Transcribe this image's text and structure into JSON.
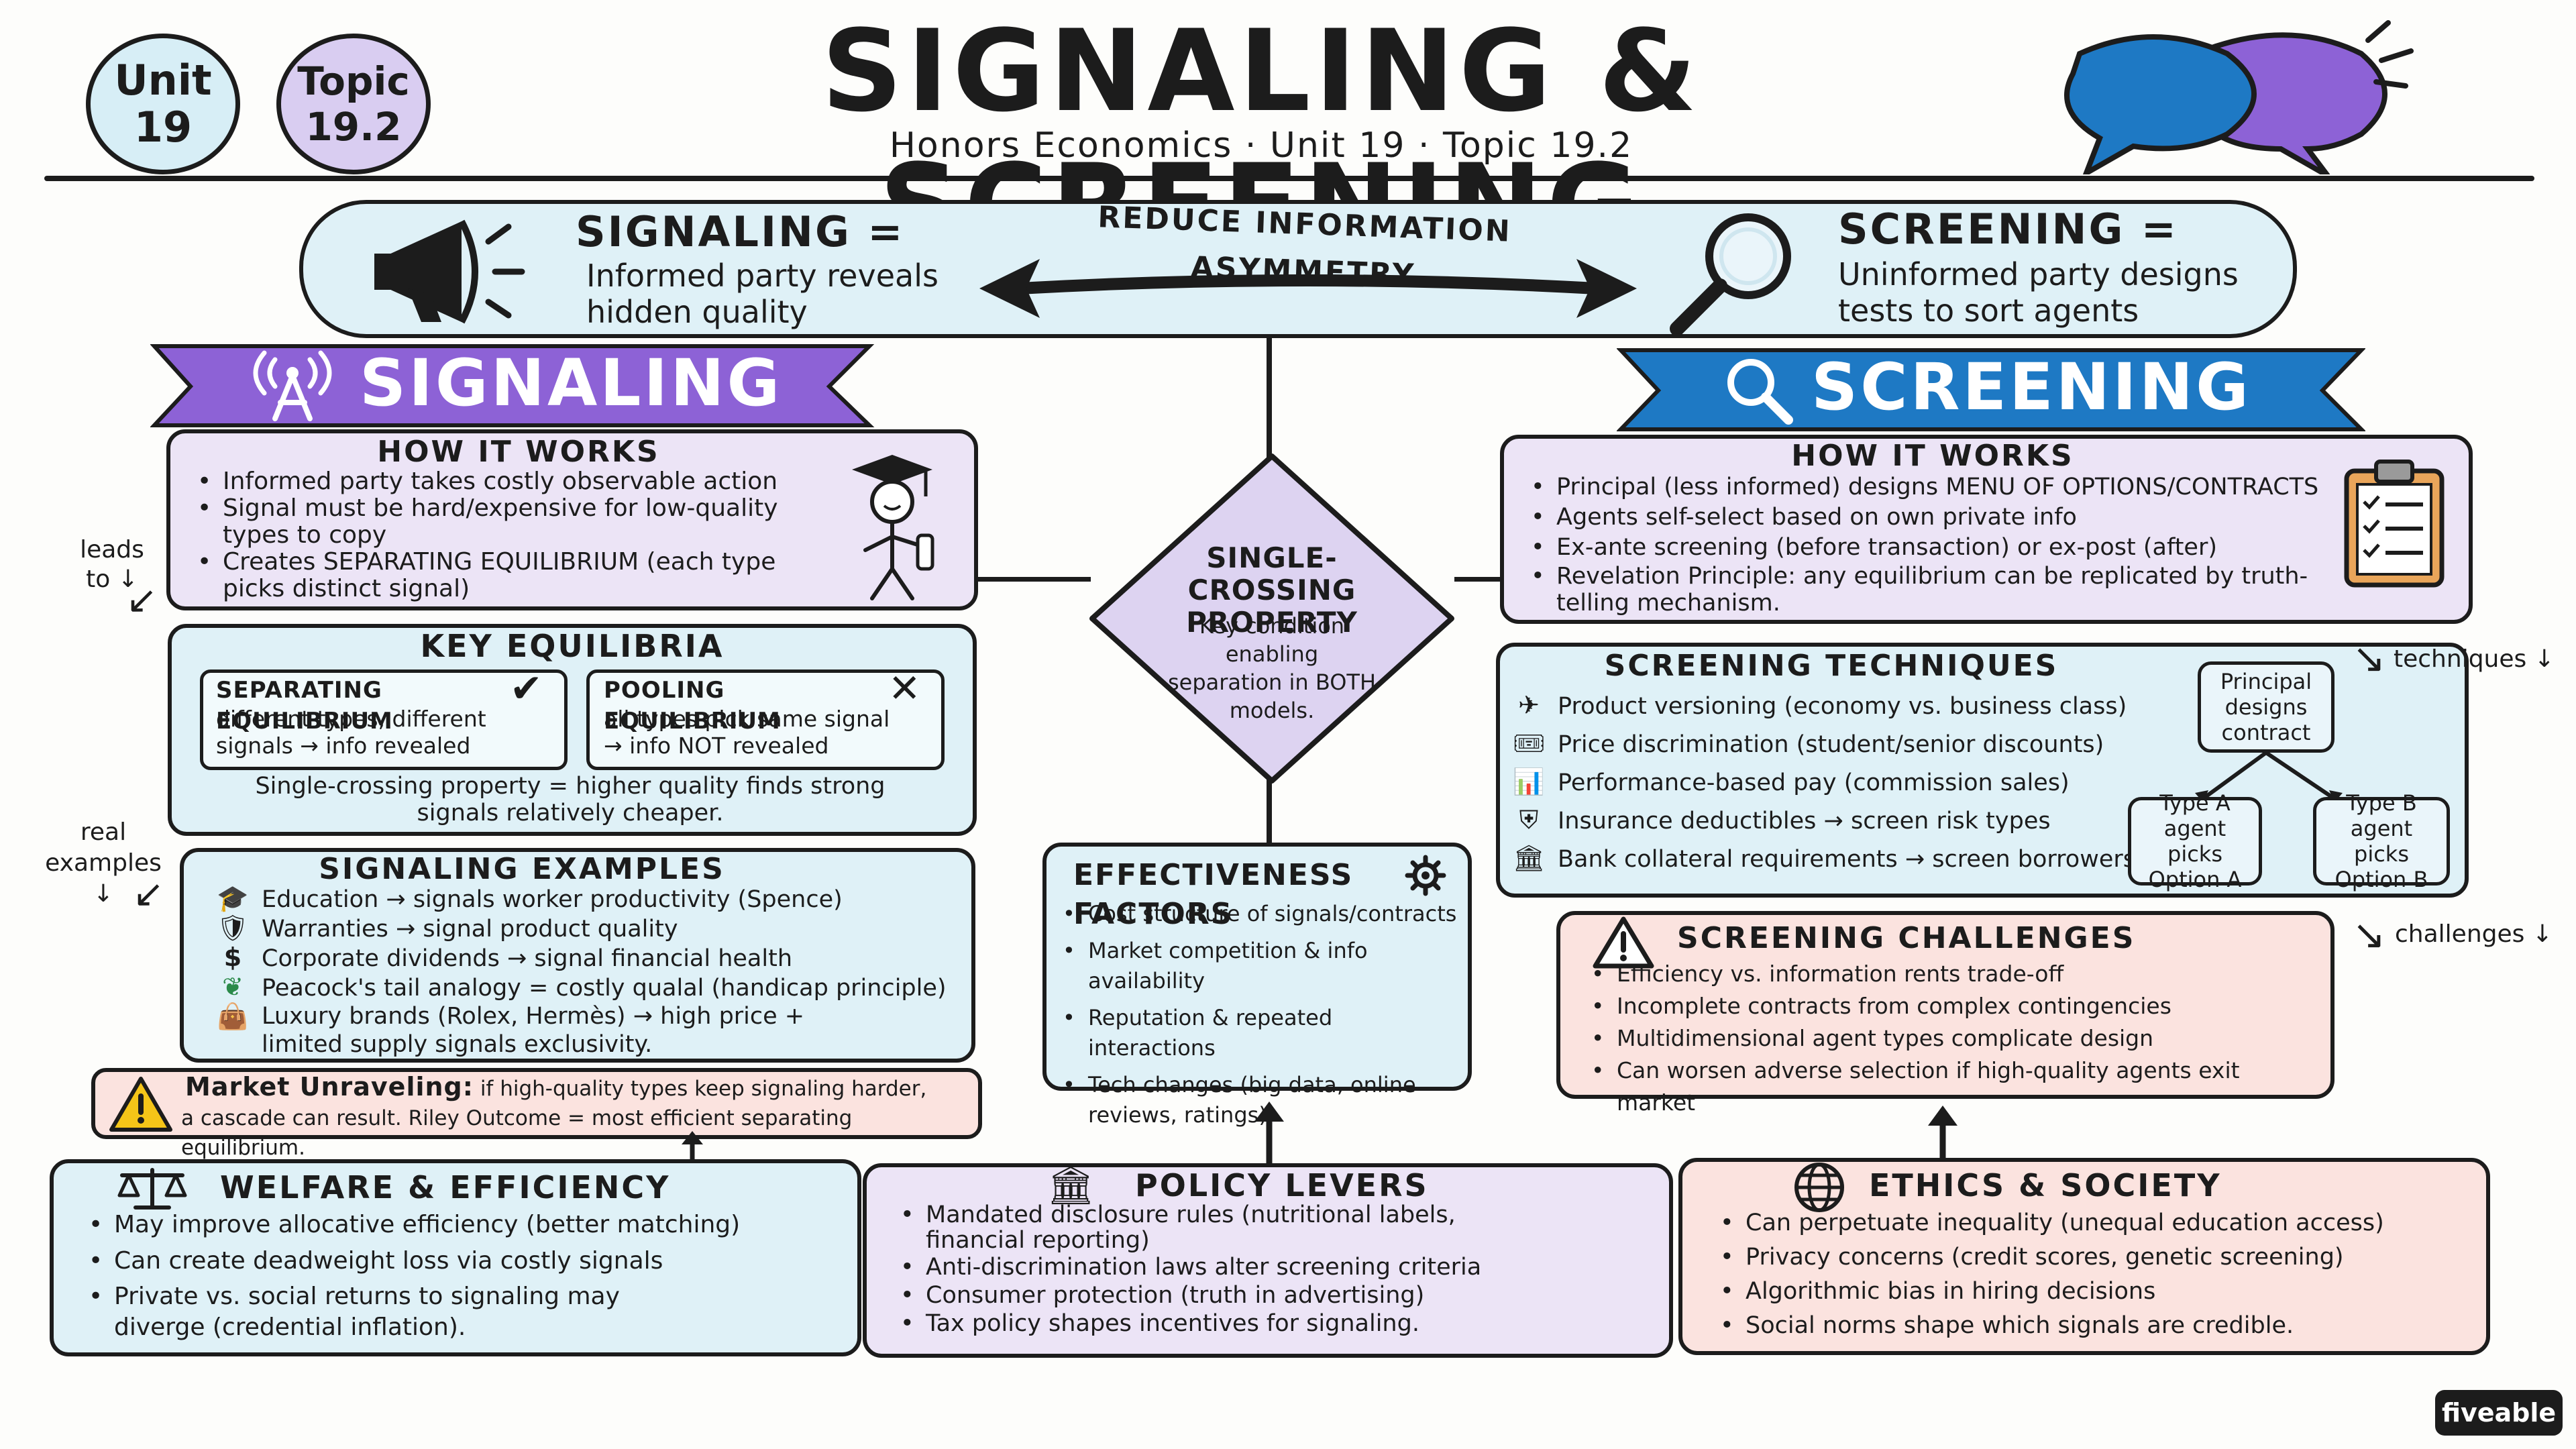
{
  "header": {
    "unit_badge": "Unit 19",
    "topic_badge": "Topic 19.2",
    "title": "SIGNALING & SCREENING",
    "subtitle": "Honors Economics · Unit 19 · Topic 19.2"
  },
  "banner": {
    "signaling_title": "SIGNALING =",
    "signaling_desc": "Informed party reveals hidden quality",
    "center": "REDUCE INFORMATION ASYMMETRY",
    "screening_title": "SCREENING =",
    "screening_desc": "Uninformed party designs tests to sort agents"
  },
  "signaling": {
    "ribbon": "SIGNALING",
    "how": {
      "title": "HOW IT WORKS",
      "items": [
        "Informed party takes costly observable action",
        "Signal must be hard/expensive for low-quality types to copy",
        "Creates SEPARATING EQUILIBRIUM (each type picks distinct signal)"
      ]
    },
    "equilibria": {
      "title": "KEY EQUILIBRIA",
      "sep_title": "SEPARATING EQUILIBRIUM",
      "sep_desc": "different types, different signals → info revealed",
      "pool_title": "POOLING EQUILIBRIUM",
      "pool_desc": "all types pick same signal → info NOT revealed",
      "note": "Single-crossing property = higher quality finds strong signals relatively cheaper."
    },
    "examples": {
      "title": "SIGNALING EXAMPLES",
      "items": [
        {
          "icon": "graduation-cap-icon",
          "glyph": "🎓",
          "text": "Education → signals worker productivity (Spence)"
        },
        {
          "icon": "shield-icon",
          "glyph": "🛡",
          "text": "Warranties → signal product quality"
        },
        {
          "icon": "dollar-coin-icon",
          "glyph": "$",
          "text": "Corporate dividends → signal financial health"
        },
        {
          "icon": "peacock-feather-icon",
          "glyph": "❦",
          "text": "Peacock's tail analogy = costly qualal (handicap principle)"
        },
        {
          "icon": "handbag-icon",
          "glyph": "👜",
          "text": "Luxury brands (Rolex, Hermès) → high price + limited supply signals exclusivity."
        }
      ]
    },
    "unraveling": {
      "title": "Market Unraveling:",
      "text1": "if high-quality types keep signaling harder,",
      "text2": "a cascade can result.  Riley Outcome = most efficient separating equilibrium."
    },
    "side_leads": "leads to",
    "side_real": "real examples"
  },
  "center": {
    "diamond_title": "SINGLE-CROSSING PROPERTY",
    "diamond_desc": "Key condition enabling separation in BOTH models.",
    "effectiveness": {
      "title": "EFFECTIVENESS FACTORS",
      "items": [
        "Cost structure of signals/contracts",
        "Market competition & info availability",
        "Reputation & repeated interactions",
        "Tech changes (big data, online reviews, ratings)"
      ]
    }
  },
  "screening": {
    "ribbon": "SCREENING",
    "how": {
      "title": "HOW IT WORKS",
      "items": [
        "Principal (less informed) designs MENU OF OPTIONS/CONTRACTS",
        "Agents self-select based on own private info",
        "Ex-ante screening (before transaction) or ex-post (after)",
        "Revelation Principle: any equilibrium can be replicated by truth-telling mechanism."
      ]
    },
    "techniques": {
      "title": "SCREENING TECHNIQUES",
      "items": [
        {
          "icon": "airplane-icon",
          "glyph": "✈",
          "text": "Product versioning (economy vs. business class)"
        },
        {
          "icon": "ticket-icon",
          "glyph": "🎟",
          "text": "Price discrimination (student/senior discounts)"
        },
        {
          "icon": "bar-chart-icon",
          "glyph": "📊",
          "text": "Performance-based pay (commission sales)"
        },
        {
          "icon": "shield-plus-icon",
          "glyph": "⛨",
          "text": "Insurance deductibles → screen risk types"
        },
        {
          "icon": "bank-icon",
          "glyph": "🏛",
          "text": "Bank collateral requirements → screen borrowers"
        }
      ],
      "tree_root": "Principal designs contract",
      "tree_a": "Type A agent picks Option A",
      "tree_b": "Type B agent picks Option B"
    },
    "challenges": {
      "title": "SCREENING CHALLENGES",
      "items": [
        "Efficiency vs. information rents trade-off",
        "Incomplete contracts from complex contingencies",
        "Multidimensional agent types complicate design",
        "Can worsen adverse selection if high-quality agents exit market"
      ]
    },
    "side_techniques": "techniques",
    "side_challenges": "challenges"
  },
  "bottom": {
    "welfare": {
      "title": "WELFARE & EFFICIENCY",
      "items": [
        "May improve allocative efficiency (better matching)",
        "Can create deadweight loss via costly signals",
        "Private vs. social returns to signaling may diverge (credential inflation)."
      ]
    },
    "policy": {
      "title": "POLICY LEVERS",
      "items": [
        "Mandated disclosure rules (nutritional labels, financial reporting)",
        "Anti-discrimination laws alter screening criteria",
        "Consumer protection (truth in advertising)",
        "Tax policy shapes incentives for signaling."
      ]
    },
    "ethics": {
      "title": "ETHICS & SOCIETY",
      "items": [
        "Can perpetuate inequality (unequal education access)",
        "Privacy concerns (credit scores, genetic screening)",
        "Algorithmic bias in hiring decisions",
        "Social norms shape which signals are credible."
      ]
    }
  },
  "brand": "fiveable",
  "colors": {
    "signaling_ribbon": "#8d62d6",
    "screening_ribbon": "#1e79c4",
    "light_blue": "#dff1f7",
    "lavender": "#ece4f6",
    "pink": "#fbe3df",
    "ink": "#1c1c1c"
  }
}
